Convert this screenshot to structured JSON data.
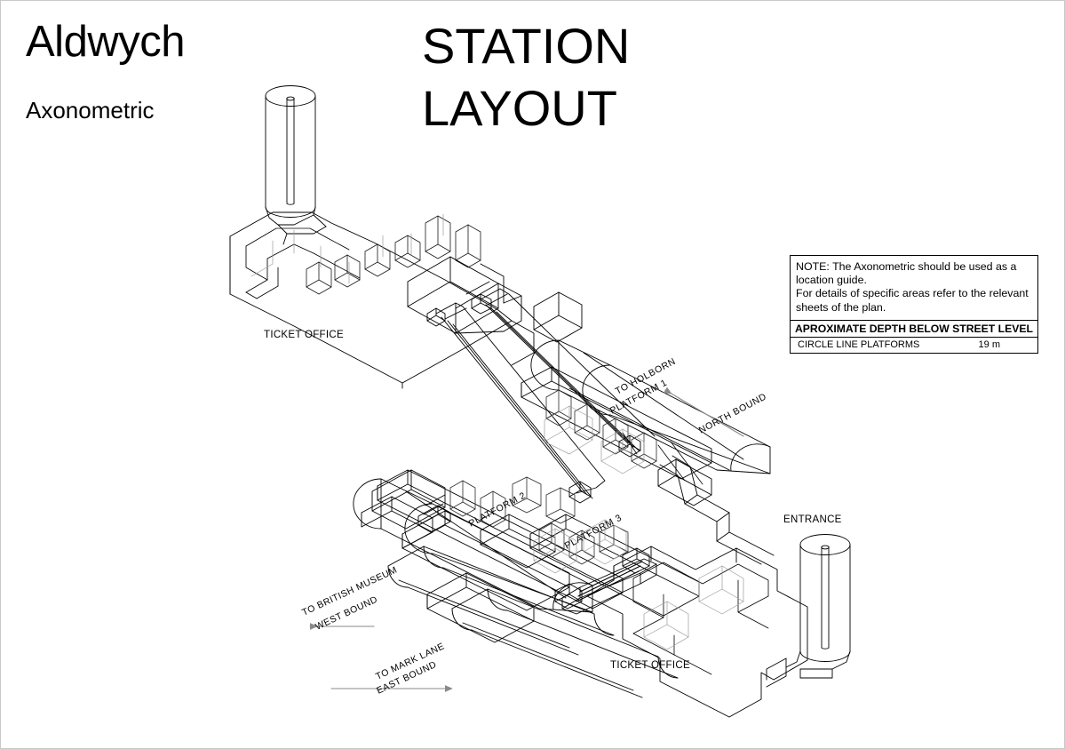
{
  "page": {
    "station_name": "Aldwych",
    "view_type": "Axonometric",
    "title_line1": "STATION",
    "title_line2": "LAYOUT"
  },
  "note_box": {
    "note_text": "NOTE: The Axonometric should be used as a location guide.\nFor details of specific areas refer to the relevant sheets of the plan.",
    "depth_header": "APROXIMATE DEPTH BELOW STREET LEVEL",
    "depth_rows": [
      {
        "label": "CIRCLE LINE PLATFORMS",
        "value": "19 m"
      }
    ]
  },
  "labels": {
    "ticket_office_upper": "TICKET OFFICE",
    "ticket_office_lower": "TICKET OFFICE",
    "entrance": "ENTRANCE",
    "platform_1": "PLATFORM 1",
    "platform_2": "PLATFORM 2",
    "platform_3": "PLATFORM 3",
    "to_holborn": "TO HOLBORN",
    "north_bound": "NORTH BOUND",
    "to_british_museum": "TO BRITISH MUSEUM",
    "west_bound": "WEST BOUND",
    "to_mark_lane": "TO MARK LANE",
    "east_bound": "EAST BOUND"
  },
  "colors": {
    "ink": "#000000",
    "light_ink": "#6f6f6f",
    "border": "#c9c9c9",
    "paper": "#ffffff"
  }
}
